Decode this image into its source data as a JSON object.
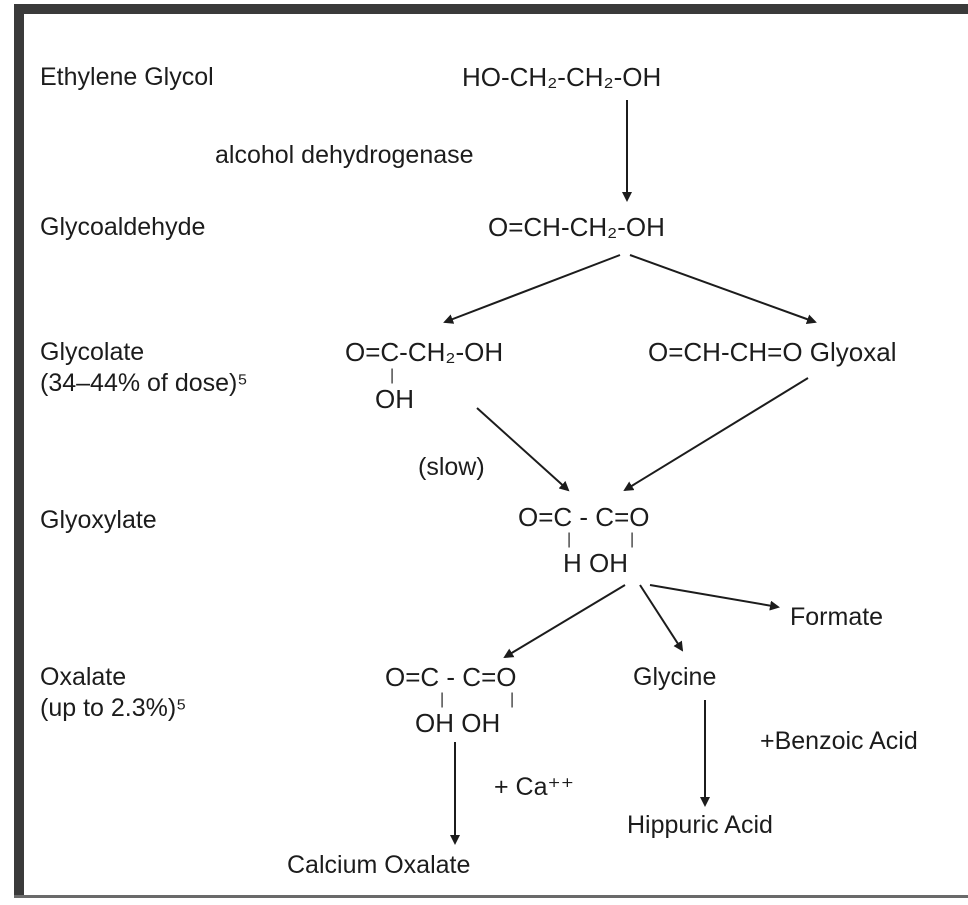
{
  "stages": {
    "ethylene_glycol": {
      "name": "Ethylene Glycol",
      "formula": "HO-CH₂-CH₂-OH"
    },
    "enzyme": "alcohol dehydrogenase",
    "glycoaldehyde": {
      "name": "Glycoaldehyde",
      "formula": "O=CH-CH₂-OH"
    },
    "glycolate": {
      "name": "Glycolate",
      "note": "(34–44% of dose)⁵",
      "formula": "O=C-CH₂-OH",
      "sub": "OH"
    },
    "glyoxal": {
      "formula": "O=CH-CH=O Glyoxal"
    },
    "slow": "(slow)",
    "glyoxylate": {
      "name": "Glyoxylate",
      "formula": "O=C - C=O",
      "sub": "H OH"
    },
    "formate": "Formate",
    "oxalate": {
      "name": "Oxalate",
      "note": "(up to 2.3%)⁵",
      "formula": "O=C - C=O",
      "sub": "OH OH"
    },
    "glycine": "Glycine",
    "benzoic": "+Benzoic Acid",
    "calcium": "+ Ca⁺⁺",
    "hippuric": "Hippuric Acid",
    "calcium_oxalate": "Calcium Oxalate"
  }
}
